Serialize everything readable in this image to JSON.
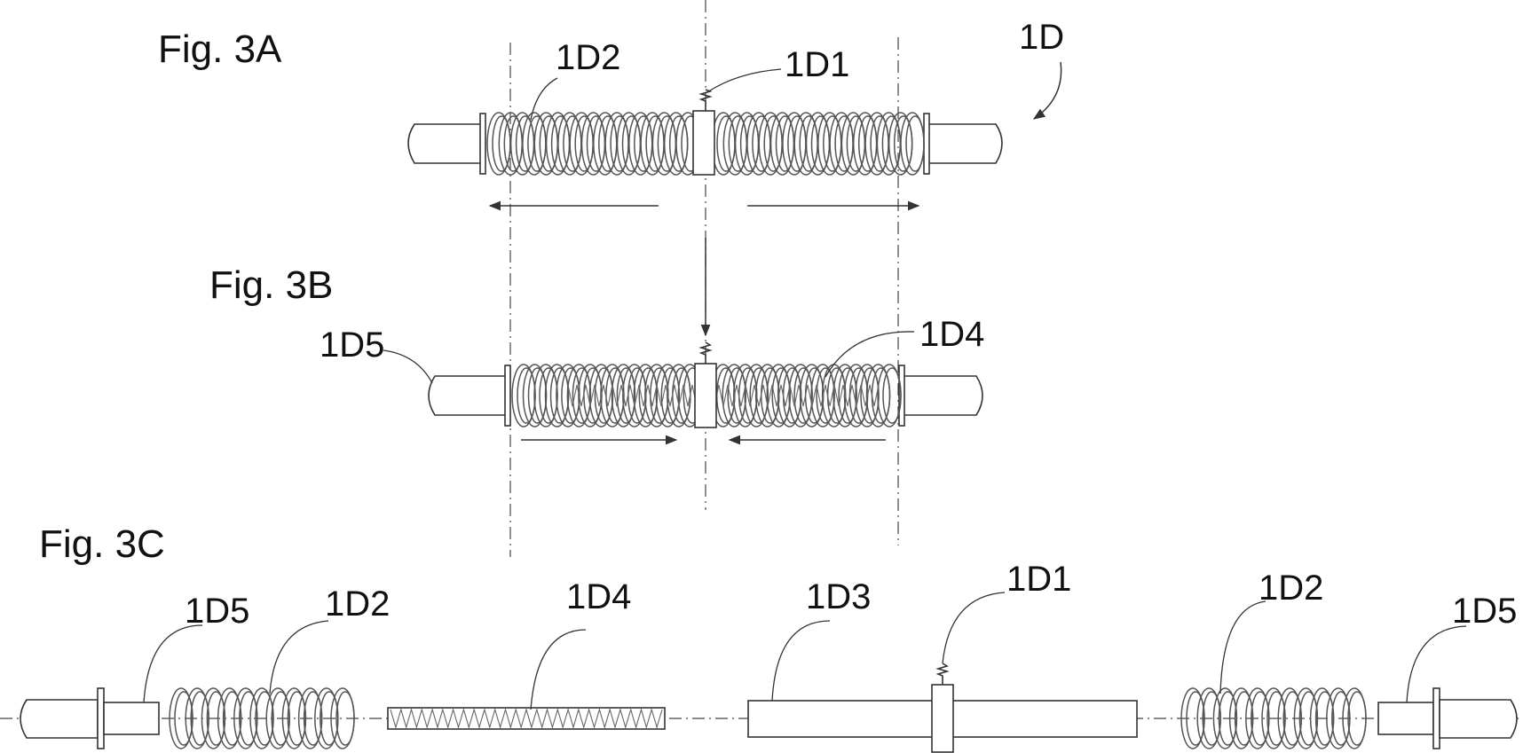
{
  "figures": {
    "fig3a": {
      "title": "Fig. 3A",
      "labels": {
        "assembly": "1D",
        "coil_spring": "1D2",
        "collar": "1D1"
      }
    },
    "fig3b": {
      "title": "Fig. 3B",
      "labels": {
        "end_cap": "1D5",
        "inner_spring": "1D4"
      }
    },
    "fig3c": {
      "title": "Fig. 3C",
      "labels": {
        "left_end_cap": "1D5",
        "left_coil_spring": "1D2",
        "inner_spring": "1D4",
        "rod": "1D3",
        "collar": "1D1",
        "right_coil_spring": "1D2",
        "right_end_cap": "1D5"
      }
    }
  },
  "colors": {
    "line": "#333333",
    "coil": "#555555",
    "text": "#111111",
    "background": "#ffffff"
  }
}
